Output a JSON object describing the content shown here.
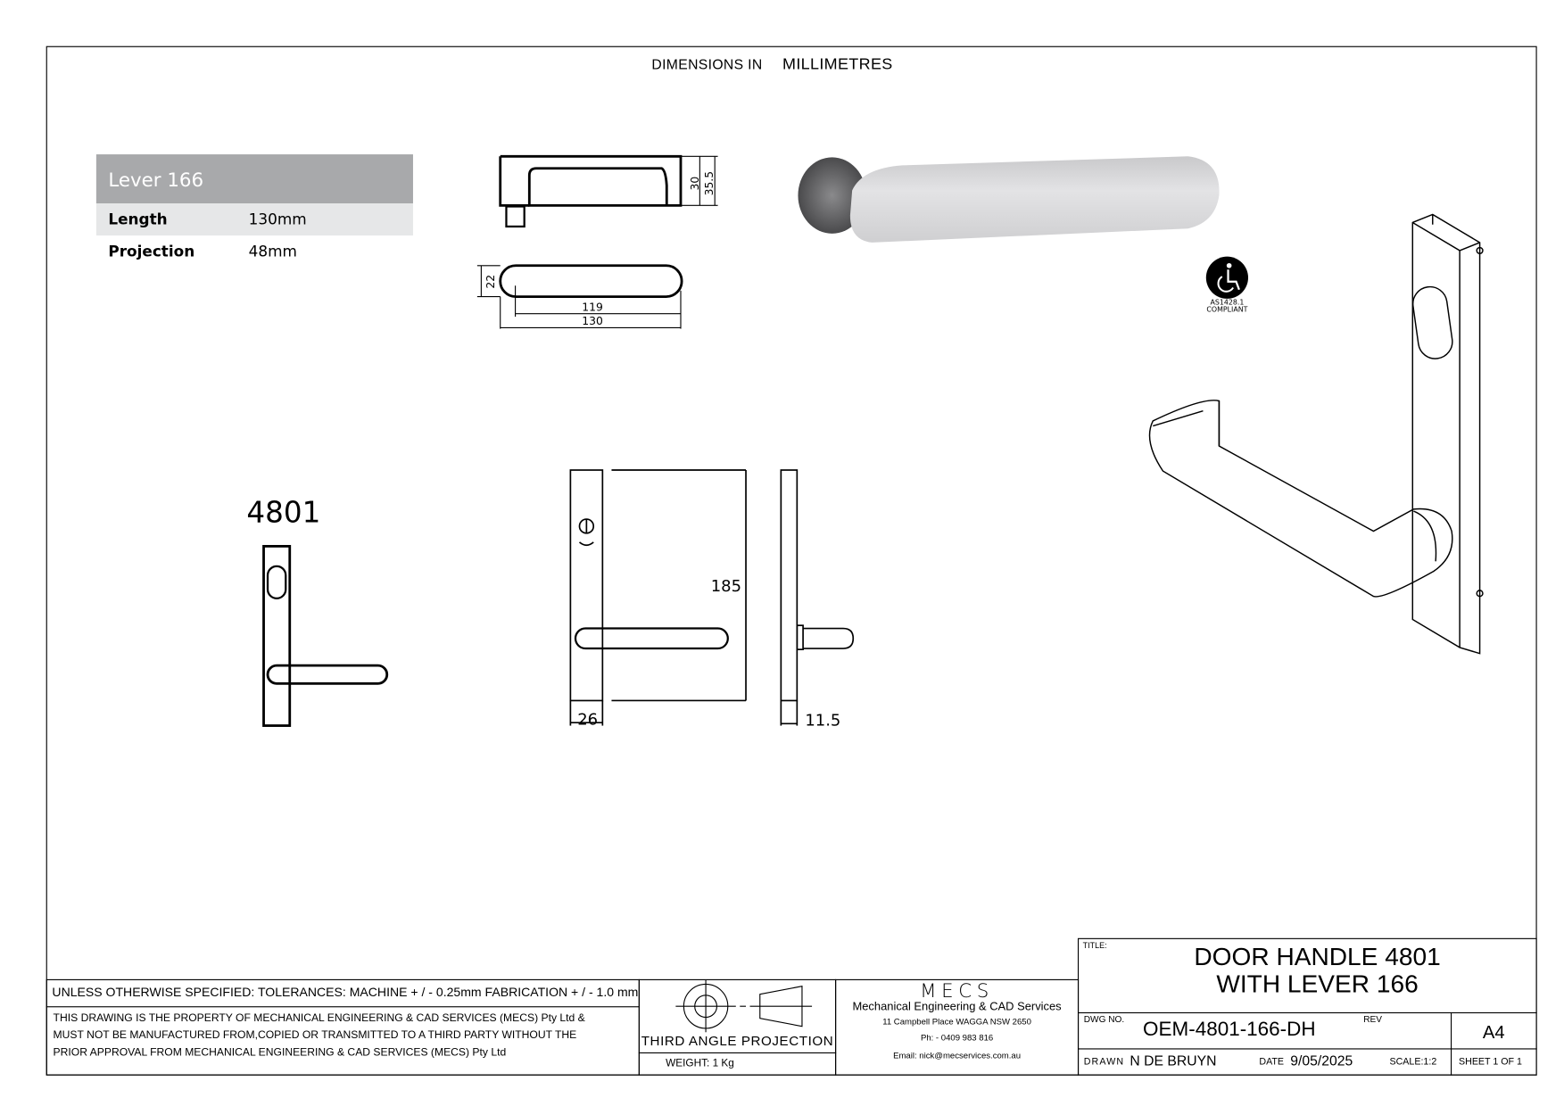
{
  "header": {
    "dimensions_label": "DIMENSIONS IN",
    "units": "MILLIMETRES"
  },
  "spec_table": {
    "title": "Lever 166",
    "rows": [
      {
        "label": "Length",
        "value": "130mm"
      },
      {
        "label": "Projection",
        "value": "48mm"
      }
    ]
  },
  "lever_views": {
    "dim_height_inner": "30",
    "dim_height_outer": "35.5",
    "dim_width": "22",
    "dim_length_inner": "119",
    "dim_length_outer": "130"
  },
  "badge": {
    "line1": "AS1428.1",
    "line2": "COMPLIANT"
  },
  "handle_views": {
    "model": "4801",
    "dim_height": "185",
    "dim_plate_width": "26",
    "dim_plate_thickness": "11.5"
  },
  "title_block": {
    "tolerances": "UNLESS OTHERWISE SPECIFIED: TOLERANCES: MACHINE + / - 0.25mm  FABRICATION + / - 1.0 mm",
    "property_notice": [
      "THIS DRAWING IS THE PROPERTY OF MECHANICAL ENGINEERING & CAD SERVICES (MECS) Pty Ltd &",
      "MUST NOT BE MANUFACTURED FROM,COPIED OR TRANSMITTED TO A THIRD PARTY WITHOUT THE",
      "PRIOR APPROVAL FROM MECHANICAL ENGINEERING & CAD SERVICES (MECS) Pty Ltd"
    ],
    "projection": "THIRD ANGLE PROJECTION",
    "weight": "WEIGHT:  1 Kg",
    "company": {
      "logo": "MECS",
      "name": "Mechanical Engineering & CAD Services",
      "address": "11 Campbell Place WAGGA NSW 2650",
      "phone": "Ph: - 0409 983 816",
      "email": "Email: nick@mecservices.com.au"
    },
    "title_label": "TITLE:",
    "title_line1": "DOOR HANDLE 4801",
    "title_line2": "WITH LEVER 166",
    "dwg_no_label": "DWG NO.",
    "dwg_no": "OEM-4801-166-DH",
    "rev_label": "REV",
    "size": "A4",
    "drawn_label": "DRAWN",
    "drawn_by": "N DE BRUYN",
    "date_label": "DATE",
    "date": "9/05/2025",
    "scale": "SCALE:1:2",
    "sheet": "SHEET 1 OF 1"
  }
}
